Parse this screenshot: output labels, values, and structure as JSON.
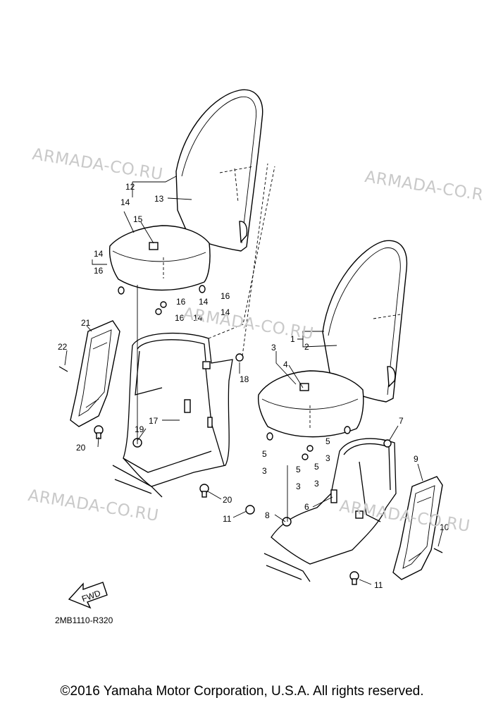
{
  "watermark": "ARMADA-CO.RU",
  "diagram_code": "2MB1110-R320",
  "copyright": "©2016 Yamaha Motor Corporation, U.S.A. All rights reserved.",
  "fwd_label": "FWD",
  "callouts": {
    "c1": "1",
    "c2": "2",
    "c3": "3",
    "c4": "4",
    "c5a": "5",
    "c3a": "3",
    "c5b": "5",
    "c3b": "3",
    "c5c": "5",
    "c3c": "3",
    "c5d": "5",
    "c3d": "3",
    "c6": "6",
    "c7": "7",
    "c8": "8",
    "c9": "9",
    "c10": "10",
    "c11a": "11",
    "c11b": "11",
    "c12": "12",
    "c13": "13",
    "c14a": "14",
    "c15": "15",
    "c14b": "14",
    "c16a": "16",
    "c16b": "16",
    "c14c": "14",
    "c16c": "16",
    "c14d": "14",
    "c16d": "16",
    "c14e": "14",
    "c17": "17",
    "c18": "18",
    "c19": "19",
    "c20a": "20",
    "c20b": "20",
    "c21": "21",
    "c22": "22"
  }
}
